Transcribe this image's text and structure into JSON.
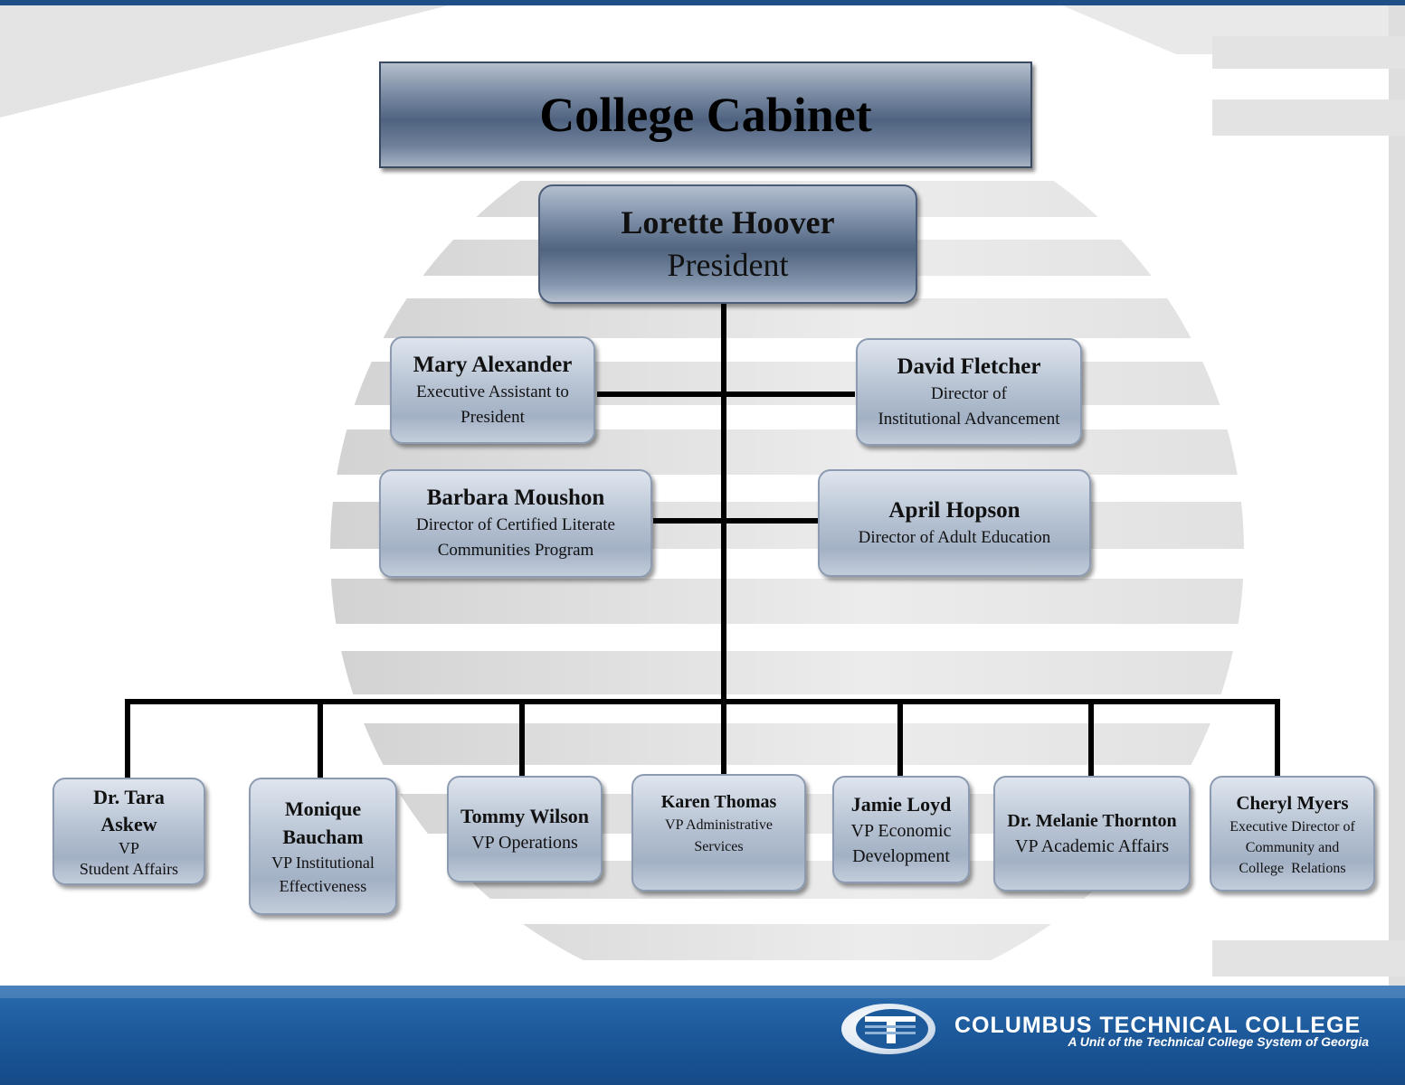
{
  "title": "College Cabinet",
  "president": {
    "name": "Lorette Hoover",
    "role": "President"
  },
  "staff": [
    {
      "name": "Mary Alexander",
      "role_lines": [
        "Executive Assistant to",
        "President"
      ]
    },
    {
      "name": "David Fletcher",
      "role_lines": [
        "Director of",
        "Institutional Advancement"
      ]
    },
    {
      "name": "Barbara Moushon",
      "role_lines": [
        "Director of Certified Literate",
        "Communities Program"
      ]
    },
    {
      "name": "April Hopson",
      "role_lines": [
        "Director of Adult Education"
      ]
    }
  ],
  "vps": [
    {
      "name_lines": [
        "Dr. Tara",
        "Askew"
      ],
      "role_lines": [
        "VP",
        "Student Affairs"
      ]
    },
    {
      "name_lines": [
        "Monique",
        "Baucham"
      ],
      "role_lines": [
        "VP Institutional",
        "Effectiveness"
      ]
    },
    {
      "name_lines": [
        "Tommy Wilson"
      ],
      "role_lines": [
        "VP Operations"
      ]
    },
    {
      "name_lines": [
        "Karen Thomas"
      ],
      "role_lines": [
        "VP Administrative",
        "Services"
      ]
    },
    {
      "name_lines": [
        "Jamie Loyd"
      ],
      "role_lines": [
        "VP Economic",
        "Development"
      ]
    },
    {
      "name_lines": [
        "Dr. Melanie Thornton"
      ],
      "role_lines": [
        "VP Academic Affairs"
      ]
    },
    {
      "name_lines": [
        "Cheryl Myers"
      ],
      "role_lines": [
        "Executive Director of",
        "Community and",
        "College  Relations"
      ]
    }
  ],
  "footer": {
    "college_name": "COLUMBUS TECHNICAL COLLEGE",
    "tagline": "A Unit of the Technical College System of Georgia"
  },
  "colors": {
    "footer_blue": "#1d5a9c",
    "box_blue_gray": "#a3b1c5",
    "title_slate": "#4f6380"
  }
}
